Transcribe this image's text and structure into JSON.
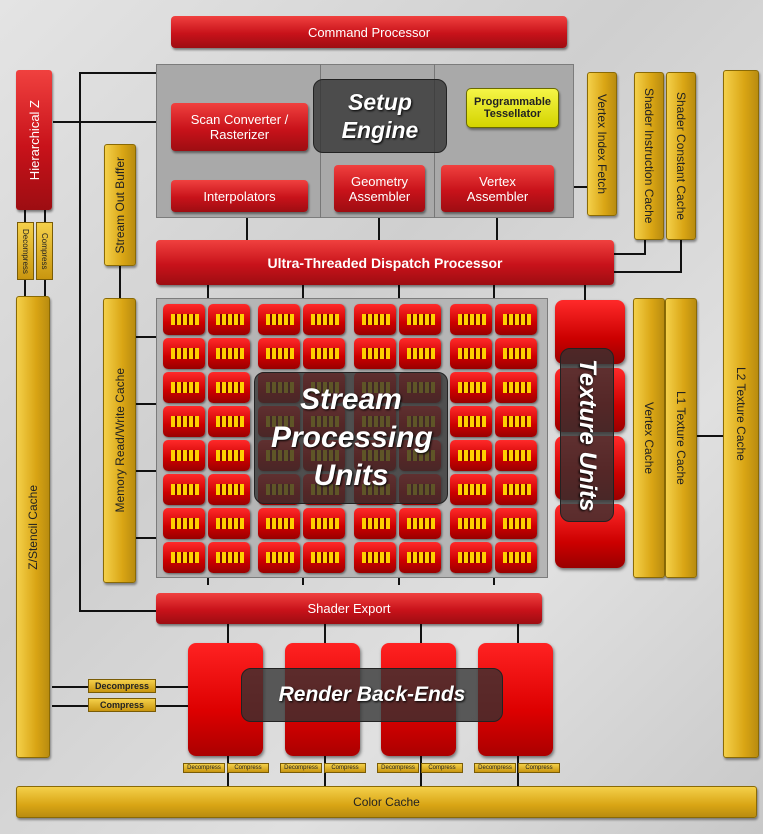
{
  "blocks": {
    "command_processor": "Command Processor",
    "setup_engine": "Setup Engine",
    "scan_converter": "Scan Converter / Rasterizer",
    "interpolators": "Interpolators",
    "geometry_assembler": "Geometry Assembler",
    "vertex_assembler": "Vertex Assembler",
    "programmable_tessellator": "Programmable Tessellator",
    "vertex_index_fetch": "Vertex Index Fetch",
    "shader_instruction_cache": "Shader Instruction Cache",
    "shader_constant_cache": "Shader Constant Cache",
    "hierarchical_z": "Hierarchical Z",
    "stream_out_buffer": "Stream Out Buffer",
    "ultra_threaded_dispatch": "Ultra-Threaded Dispatch Processor",
    "memory_rw_cache": "Memory Read/Write Cache",
    "stream_processing_units": "Stream Processing Units",
    "texture_units": "Texture Units",
    "vertex_cache": "Vertex Cache",
    "l1_texture_cache": "L1 Texture Cache",
    "l2_texture_cache": "L2 Texture Cache",
    "z_stencil_cache": "Z/Stencil Cache",
    "shader_export": "Shader Export",
    "render_back_ends": "Render Back-Ends",
    "color_cache": "Color Cache",
    "decompress": "Decompress",
    "compress": "Compress"
  },
  "colors": {
    "red_block": "#d11a1f",
    "gold_block": "#d9a514",
    "grey_panel": "#a9a9a9",
    "overlay_tag": "#323232"
  }
}
